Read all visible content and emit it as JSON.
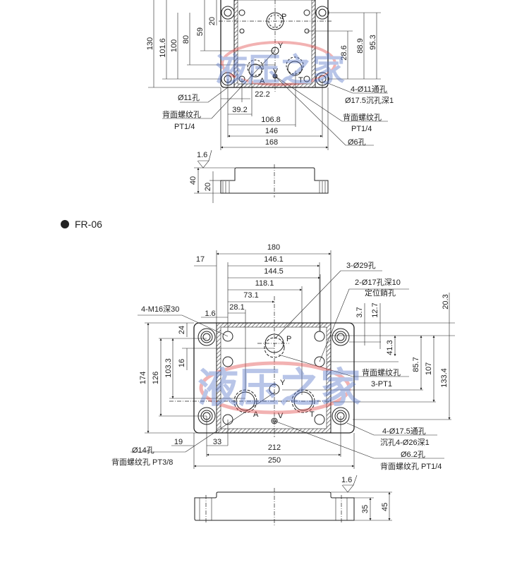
{
  "watermark": "液压之家",
  "top_drawing": {
    "dims_vertical": [
      "130",
      "101.6",
      "100",
      "80",
      "59",
      "20",
      "28.6",
      "88.9",
      "95.3"
    ],
    "dims_horizontal": [
      "22.2",
      "39.2",
      "106.8",
      "146",
      "168"
    ],
    "port_labels": [
      "P",
      "Y",
      "A",
      "V",
      "T"
    ],
    "callouts": [
      "Ø11孔",
      "背面螺纹孔",
      "PT1/4",
      "4-Ø11通孔",
      "Ø17.5沉孔深1",
      "背面螺纹孔",
      "PT1/4",
      "Ø6孔"
    ],
    "side_view": {
      "roughness": "1.6",
      "height_total": "40",
      "height_step": "20"
    }
  },
  "section": {
    "bullet_label": "FR-06"
  },
  "bottom_drawing": {
    "dims_horizontal": [
      "180",
      "146.1",
      "144.5",
      "118.1",
      "73.1",
      "28.1",
      "17",
      "1.6",
      "19",
      "33",
      "212",
      "250"
    ],
    "dims_vertical": [
      "174",
      "126",
      "103.3",
      "24",
      "16",
      "20.3",
      "3.7",
      "12.7",
      "41.3",
      "85.7",
      "107",
      "133.4"
    ],
    "port_labels": [
      "P",
      "Y",
      "A",
      "V",
      "T"
    ],
    "callouts": [
      "3-Ø29孔",
      "2-Ø17孔深10",
      "定位銷孔",
      "4-M16深30",
      "背面螺纹孔",
      "3-PT1",
      "4-Ø17.5通孔",
      "沉孔4-Ø26深1",
      "Ø6.2孔",
      "背面螺纹孔 PT1/4",
      "Ø14孔",
      "背面螺纹孔 PT3/8"
    ],
    "side_view": {
      "roughness": "1.6",
      "height_step": "35",
      "height_total": "45"
    }
  }
}
